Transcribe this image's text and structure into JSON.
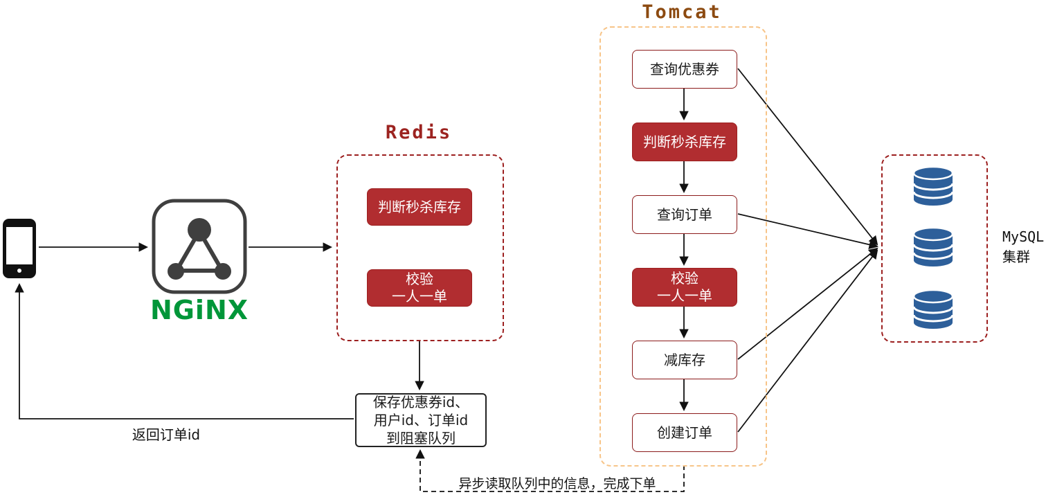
{
  "colors": {
    "red_fill": "#b12d30",
    "dark_red_border": "#9c1f1f",
    "tomcat_border": "#f7c488",
    "tomcat_title": "#8c4a10",
    "nginx_green": "#009639",
    "db_blue": "#2d5f9a",
    "line_black": "#111111"
  },
  "nginx": {
    "wordmark": "NGiNX"
  },
  "redis": {
    "title": "Redis",
    "boxes": [
      {
        "label": "判断秒杀库存"
      },
      {
        "label": "校验\n一人一单"
      }
    ]
  },
  "tomcat": {
    "title": "Tomcat",
    "steps": [
      {
        "label": "查询优惠券"
      },
      {
        "label": "判断秒杀库存"
      },
      {
        "label": "查询订单"
      },
      {
        "label": "校验\n一人一单"
      },
      {
        "label": "减库存"
      },
      {
        "label": "创建订单"
      }
    ]
  },
  "mysql": {
    "label": "MySQL\n集群"
  },
  "queue_box": {
    "label": "保存优惠券id、\n用户id、订单id\n到阻塞队列"
  },
  "annotations": {
    "return_order": "返回订单id",
    "async_note": "异步读取队列中的信息，完成下单"
  }
}
